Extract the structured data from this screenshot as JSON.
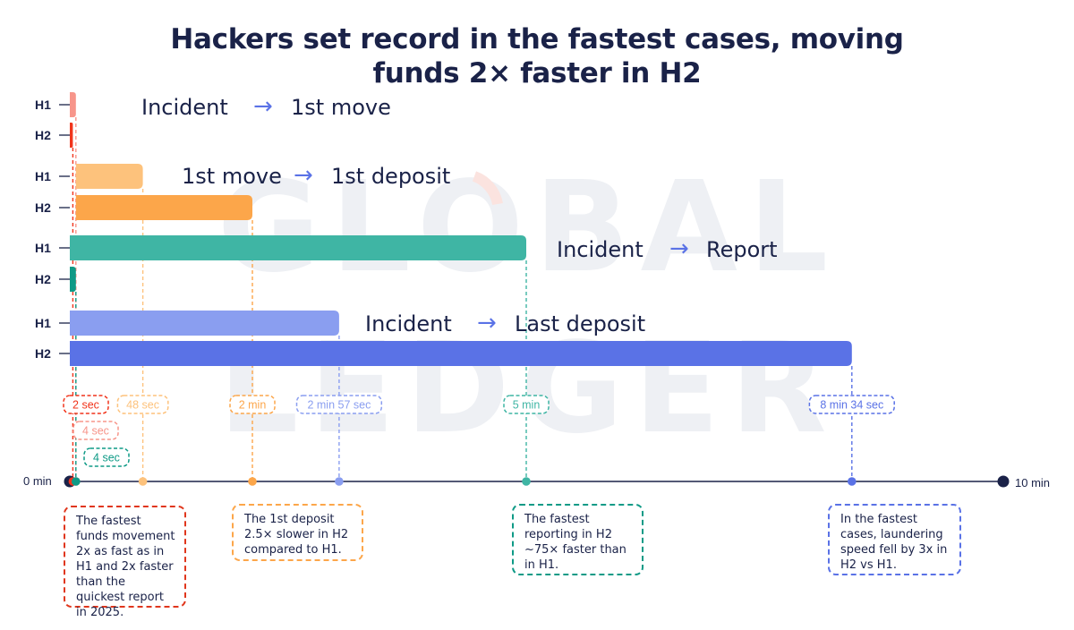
{
  "title_line1": "Hackers set record in the fastest cases, moving",
  "title_line2": "funds 2× faster in H2",
  "watermark": "GLOBAL LEDGER",
  "chart_data": {
    "type": "bar",
    "orientation": "horizontal",
    "unit": "seconds",
    "axis": {
      "min_label": "0 min",
      "max_label": "10 min",
      "xlim": [
        0,
        600
      ]
    },
    "groups": [
      {
        "label_from": "Incident",
        "label_to": "1st move",
        "bars": [
          {
            "name": "H1",
            "start": 0,
            "end": 4,
            "color": "#f7958a",
            "value_label": "4 sec"
          },
          {
            "name": "H2",
            "start": 0,
            "end": 2,
            "color": "#f1341b",
            "value_label": "2 sec"
          }
        ]
      },
      {
        "label_from": "1st move",
        "label_to": "1st deposit",
        "bars": [
          {
            "name": "H1",
            "start": 4,
            "end": 48,
            "color": "#fdc27c",
            "value_label": "48 sec"
          },
          {
            "name": "H2",
            "start": 4,
            "end": 120,
            "color": "#fca64a",
            "value_label": "2 min"
          }
        ]
      },
      {
        "label_from": "Incident",
        "label_to": "Report",
        "bars": [
          {
            "name": "H1",
            "start": 0,
            "end": 300,
            "color": "#3fb5a4",
            "value_label": "5 min"
          },
          {
            "name": "H2",
            "start": 0,
            "end": 4,
            "color": "#0e9a86",
            "value_label": "4 sec"
          }
        ]
      },
      {
        "label_from": "Incident",
        "label_to": "Last deposit",
        "bars": [
          {
            "name": "H1",
            "start": 0,
            "end": 177,
            "color": "#8a9ef0",
            "value_label": "2 min 57 sec"
          },
          {
            "name": "H2",
            "start": 0,
            "end": 514,
            "color": "#5a72e6",
            "value_label": "8 min 34 sec"
          }
        ]
      }
    ],
    "arrow": "→",
    "annotations": [
      {
        "text": "The fastest funds movement 2x as fast as in H1 and 2x faster than the quickest report in 2025.",
        "color": "#e0361c"
      },
      {
        "text": "The 1st deposit 2.5× slower in H2 compared to H1.",
        "color": "#fca64a"
      },
      {
        "text": "The fastest reporting in H2 ~75× faster than in H1.",
        "color": "#0e9a86"
      },
      {
        "text": "In the fastest cases, laundering speed fell by 3x in H2 vs H1.",
        "color": "#5a72e6"
      }
    ]
  }
}
